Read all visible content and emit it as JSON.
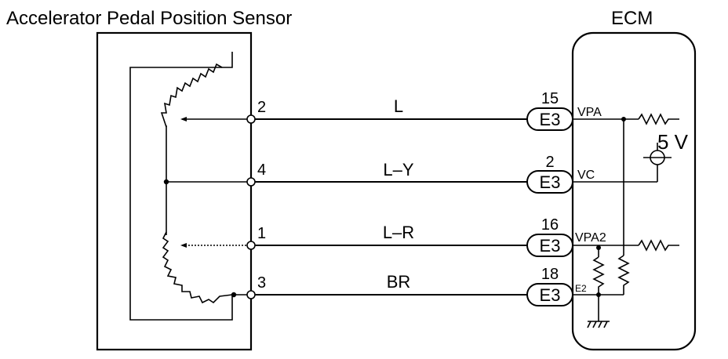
{
  "sensor": {
    "title": "Accelerator Pedal Position Sensor"
  },
  "ecm": {
    "title": "ECM"
  },
  "supply": {
    "label": "5 V"
  },
  "ground_label": "E2",
  "circuits": [
    {
      "sensor_pin": "2",
      "wire_color": "L",
      "ecm_pin": "15",
      "connector": "E3",
      "ecm_terminal": "VPA"
    },
    {
      "sensor_pin": "4",
      "wire_color": "L–Y",
      "ecm_pin": "2",
      "connector": "E3",
      "ecm_terminal": "VC"
    },
    {
      "sensor_pin": "1",
      "wire_color": "L–R",
      "ecm_pin": "16",
      "connector": "E3",
      "ecm_terminal": "VPA2"
    },
    {
      "sensor_pin": "3",
      "wire_color": "BR",
      "ecm_pin": "18",
      "connector": "E3",
      "ecm_terminal": ""
    }
  ]
}
